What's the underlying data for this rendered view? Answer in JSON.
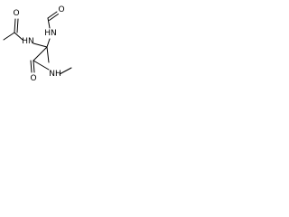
{
  "molecule": {
    "atom_labels": {
      "formyl_oxygen": "O",
      "formamide_nh": "HN",
      "acetamide_nh": "HN",
      "acetyl_oxygen": "O",
      "amide_oxygen": "O",
      "methylamide_nh": "NH"
    },
    "bond_color": "#000000",
    "background": "#ffffff"
  }
}
